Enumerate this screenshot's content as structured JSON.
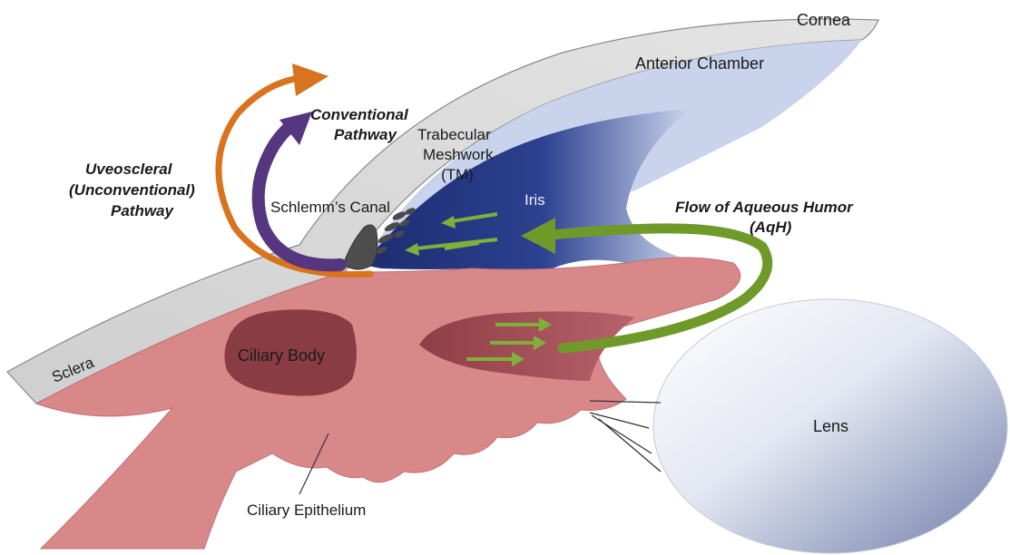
{
  "labels": {
    "cornea": "Cornea",
    "anterior_chamber": "Anterior Chamber",
    "conventional_line1": "Conventional",
    "conventional_line2": "Pathway",
    "trabecular_line1": "Trabecular",
    "trabecular_line2": "Meshwork",
    "trabecular_line3": "(TM)",
    "uveoscleral_line1": "Uveoscleral",
    "uveoscleral_line2": "(Unconventional)",
    "uveoscleral_line3": "Pathway",
    "schlemms_canal": "Schlemm’s Canal",
    "iris": "Iris",
    "flow_line1": "Flow of Aqueous Humor",
    "flow_line2": "(AqH)",
    "sclera": "Sclera",
    "ciliary_body": "Ciliary Body",
    "lens": "Lens",
    "ciliary_epithelium": "Ciliary Epithelium"
  },
  "colors": {
    "sclera_cornea": "#dcdcdc",
    "anterior_chamber_light": "#c9d4ec",
    "iris_dark": "#1f3077",
    "ciliary_pink": "#d9888a",
    "ciliary_body_dark": "#8a3c43",
    "uveoscleral_arrow": "#d8731e",
    "conventional_arrow": "#55367f",
    "flow_arrow": "#6f9a2a",
    "lens_light": "#eef0f7",
    "lens_dark": "#7f8cb3",
    "tm_grey": "#555555"
  }
}
